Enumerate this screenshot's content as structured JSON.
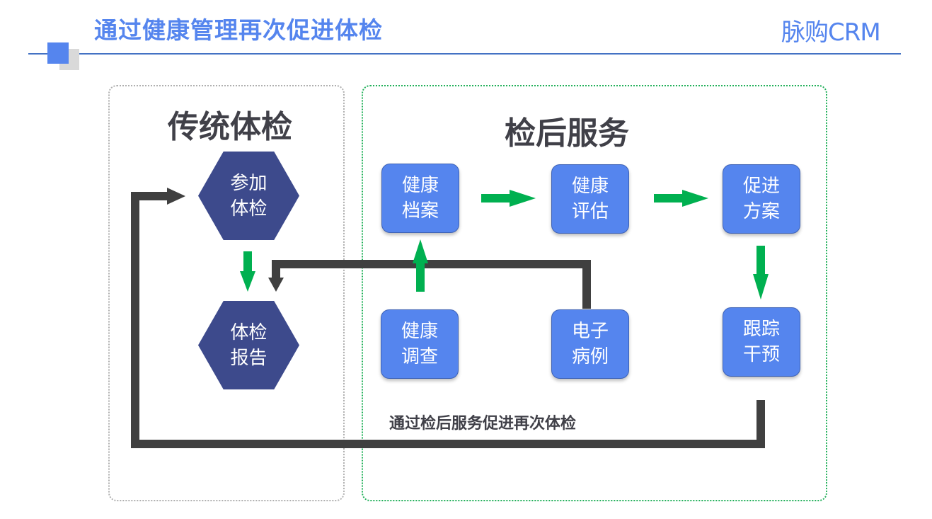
{
  "header": {
    "title": "通过健康管理再次促进体检",
    "brand": "脉购CRM"
  },
  "colors": {
    "accent_blue": "#5585EE",
    "rule_blue": "#4472C4",
    "hex_navy": "#3D4A8C",
    "arrow_green": "#00B050",
    "connector_dark": "#404040",
    "left_border": "#AFAFAF",
    "right_border": "#22B05A"
  },
  "left_panel": {
    "title": "传统体检",
    "nodes": [
      {
        "id": "attend",
        "label": "参加体检",
        "line1": "参加",
        "line2": "体检",
        "shape": "hexagon"
      },
      {
        "id": "report",
        "label": "体检报告",
        "line1": "体检",
        "line2": "报告",
        "shape": "hexagon"
      }
    ]
  },
  "right_panel": {
    "title": "检后服务",
    "nodes": [
      {
        "id": "archive",
        "label": "健康档案",
        "line1": "健康",
        "line2": "档案"
      },
      {
        "id": "assess",
        "label": "健康评估",
        "line1": "健康",
        "line2": "评估"
      },
      {
        "id": "plan",
        "label": "促进方案",
        "line1": "促进",
        "line2": "方案"
      },
      {
        "id": "survey",
        "label": "健康调查",
        "line1": "健康",
        "line2": "调查"
      },
      {
        "id": "emr",
        "label": "电子病例",
        "line1": "电子",
        "line2": "病例"
      },
      {
        "id": "followup",
        "label": "跟踪干预",
        "line1": "跟踪",
        "line2": "干预"
      }
    ],
    "loop_label": "通过检后服务促进再次体检"
  },
  "edges": [
    {
      "from": "attend",
      "to": "report",
      "style": "green"
    },
    {
      "from": "archive",
      "to": "assess",
      "style": "green"
    },
    {
      "from": "assess",
      "to": "plan",
      "style": "green"
    },
    {
      "from": "plan",
      "to": "followup",
      "style": "green"
    },
    {
      "from": "survey",
      "to": "archive",
      "style": "green"
    },
    {
      "from": "emr",
      "to": "report",
      "style": "dark"
    },
    {
      "from": "followup",
      "to": "attend",
      "style": "dark",
      "label": "通过检后服务促进再次体检"
    }
  ]
}
